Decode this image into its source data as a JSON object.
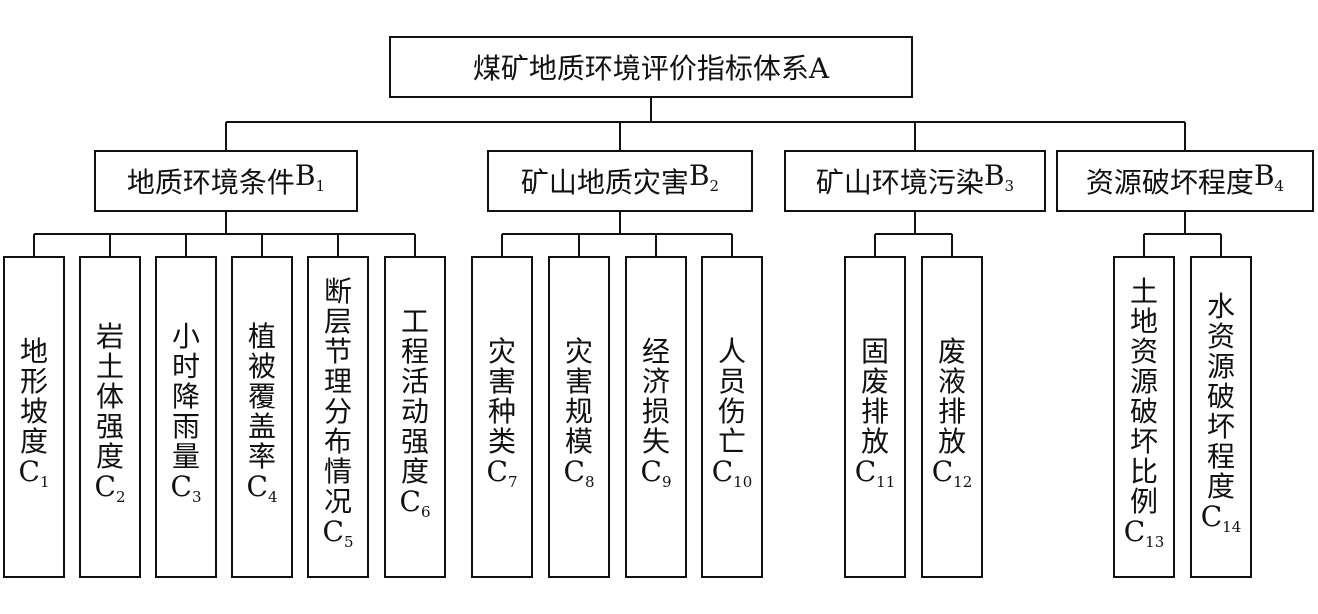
{
  "root": {
    "label": "煤矿地质环境评价指标体系A"
  },
  "categories": [
    {
      "name": "地质环境条件",
      "letter": "B",
      "index": "1"
    },
    {
      "name": "矿山地质灾害",
      "letter": "B",
      "index": "2"
    },
    {
      "name": "矿山环境污染",
      "letter": "B",
      "index": "3"
    },
    {
      "name": "资源破坏程度",
      "letter": "B",
      "index": "4"
    }
  ],
  "indicators": [
    {
      "name": "地形坡度",
      "letter": "C",
      "index": "1",
      "parent": 0
    },
    {
      "name": "岩土体强度",
      "letter": "C",
      "index": "2",
      "parent": 0
    },
    {
      "name": "小时降雨量",
      "letter": "C",
      "index": "3",
      "parent": 0
    },
    {
      "name": "植被覆盖率",
      "letter": "C",
      "index": "4",
      "parent": 0
    },
    {
      "name": "断层节理分布情况",
      "letter": "C",
      "index": "5",
      "parent": 0
    },
    {
      "name": "工程活动强度",
      "letter": "C",
      "index": "6",
      "parent": 0
    },
    {
      "name": "灾害种类",
      "letter": "C",
      "index": "7",
      "parent": 1
    },
    {
      "name": "灾害规模",
      "letter": "C",
      "index": "8",
      "parent": 1
    },
    {
      "name": "经济损失",
      "letter": "C",
      "index": "9",
      "parent": 1
    },
    {
      "name": "人员伤亡",
      "letter": "C",
      "index": "10",
      "parent": 1
    },
    {
      "name": "固废排放",
      "letter": "C",
      "index": "11",
      "parent": 2
    },
    {
      "name": "废液排放",
      "letter": "C",
      "index": "12",
      "parent": 2
    },
    {
      "name": "土地资源破坏比例",
      "letter": "C",
      "index": "13",
      "parent": 3
    },
    {
      "name": "水资源破坏程度",
      "letter": "C",
      "index": "14",
      "parent": 3
    }
  ],
  "colors": {
    "line": "#111111",
    "fill": "#ffffff",
    "text": "#111111"
  }
}
